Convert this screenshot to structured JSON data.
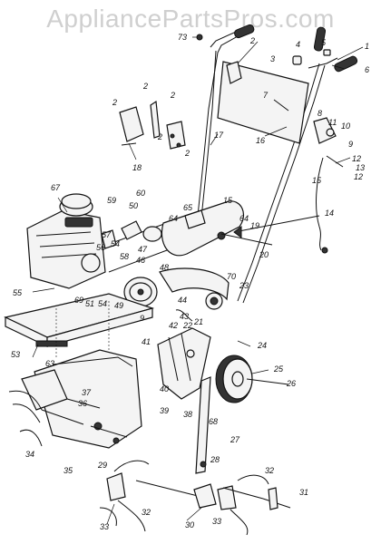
{
  "watermark": "AppliancePartsPros.com",
  "callouts": [
    {
      "id": "c73",
      "label": "73"
    },
    {
      "id": "c2a",
      "label": "2"
    },
    {
      "id": "c3",
      "label": "3"
    },
    {
      "id": "c4",
      "label": "4"
    },
    {
      "id": "c1",
      "label": "1"
    },
    {
      "id": "c5",
      "label": "5"
    },
    {
      "id": "c6",
      "label": "6"
    },
    {
      "id": "c7",
      "label": "7"
    },
    {
      "id": "c2b",
      "label": "2"
    },
    {
      "id": "c2c",
      "label": "2"
    },
    {
      "id": "c2d",
      "label": "2"
    },
    {
      "id": "c2e",
      "label": "2"
    },
    {
      "id": "c2f",
      "label": "2"
    },
    {
      "id": "c18",
      "label": "18"
    },
    {
      "id": "c17",
      "label": "17"
    },
    {
      "id": "c16",
      "label": "16"
    },
    {
      "id": "c8",
      "label": "8"
    },
    {
      "id": "c11",
      "label": "11"
    },
    {
      "id": "c10",
      "label": "10"
    },
    {
      "id": "c9a",
      "label": "9"
    },
    {
      "id": "c12a",
      "label": "12"
    },
    {
      "id": "c13",
      "label": "13"
    },
    {
      "id": "c12b",
      "label": "12"
    },
    {
      "id": "c15a",
      "label": "15"
    },
    {
      "id": "c14",
      "label": "14"
    },
    {
      "id": "c67",
      "label": "67"
    },
    {
      "id": "c59",
      "label": "59"
    },
    {
      "id": "c60",
      "label": "60"
    },
    {
      "id": "c50",
      "label": "50"
    },
    {
      "id": "c65",
      "label": "65"
    },
    {
      "id": "c64a",
      "label": "64"
    },
    {
      "id": "c15b",
      "label": "15"
    },
    {
      "id": "c64b",
      "label": "64"
    },
    {
      "id": "c19",
      "label": "19"
    },
    {
      "id": "c20",
      "label": "20"
    },
    {
      "id": "c57",
      "label": "57"
    },
    {
      "id": "c54a",
      "label": "54"
    },
    {
      "id": "c56",
      "label": "56"
    },
    {
      "id": "c58",
      "label": "58"
    },
    {
      "id": "c47",
      "label": "47"
    },
    {
      "id": "c46",
      "label": "46"
    },
    {
      "id": "c48",
      "label": "48"
    },
    {
      "id": "c55",
      "label": "55"
    },
    {
      "id": "c69",
      "label": "69"
    },
    {
      "id": "c51",
      "label": "51"
    },
    {
      "id": "c54b",
      "label": "54"
    },
    {
      "id": "c49",
      "label": "49"
    },
    {
      "id": "c70",
      "label": "70"
    },
    {
      "id": "c23",
      "label": "23"
    },
    {
      "id": "c44",
      "label": "44"
    },
    {
      "id": "c9b",
      "label": "9"
    },
    {
      "id": "c43",
      "label": "43"
    },
    {
      "id": "c42",
      "label": "42"
    },
    {
      "id": "c22",
      "label": "22"
    },
    {
      "id": "c21",
      "label": "21"
    },
    {
      "id": "c41",
      "label": "41"
    },
    {
      "id": "c24",
      "label": "24"
    },
    {
      "id": "c53",
      "label": "53"
    },
    {
      "id": "c63",
      "label": "63"
    },
    {
      "id": "c37",
      "label": "37"
    },
    {
      "id": "c36",
      "label": "36"
    },
    {
      "id": "c40",
      "label": "40"
    },
    {
      "id": "c39",
      "label": "39"
    },
    {
      "id": "c38",
      "label": "38"
    },
    {
      "id": "c25",
      "label": "25"
    },
    {
      "id": "c26",
      "label": "26"
    },
    {
      "id": "c68",
      "label": "68"
    },
    {
      "id": "c34",
      "label": "34"
    },
    {
      "id": "c35",
      "label": "35"
    },
    {
      "id": "c27",
      "label": "27"
    },
    {
      "id": "c29",
      "label": "29"
    },
    {
      "id": "c28",
      "label": "28"
    },
    {
      "id": "c32a",
      "label": "32"
    },
    {
      "id": "c31",
      "label": "31"
    },
    {
      "id": "c33a",
      "label": "33"
    },
    {
      "id": "c32b",
      "label": "32"
    },
    {
      "id": "c30",
      "label": "30"
    },
    {
      "id": "c33b",
      "label": "33"
    }
  ]
}
